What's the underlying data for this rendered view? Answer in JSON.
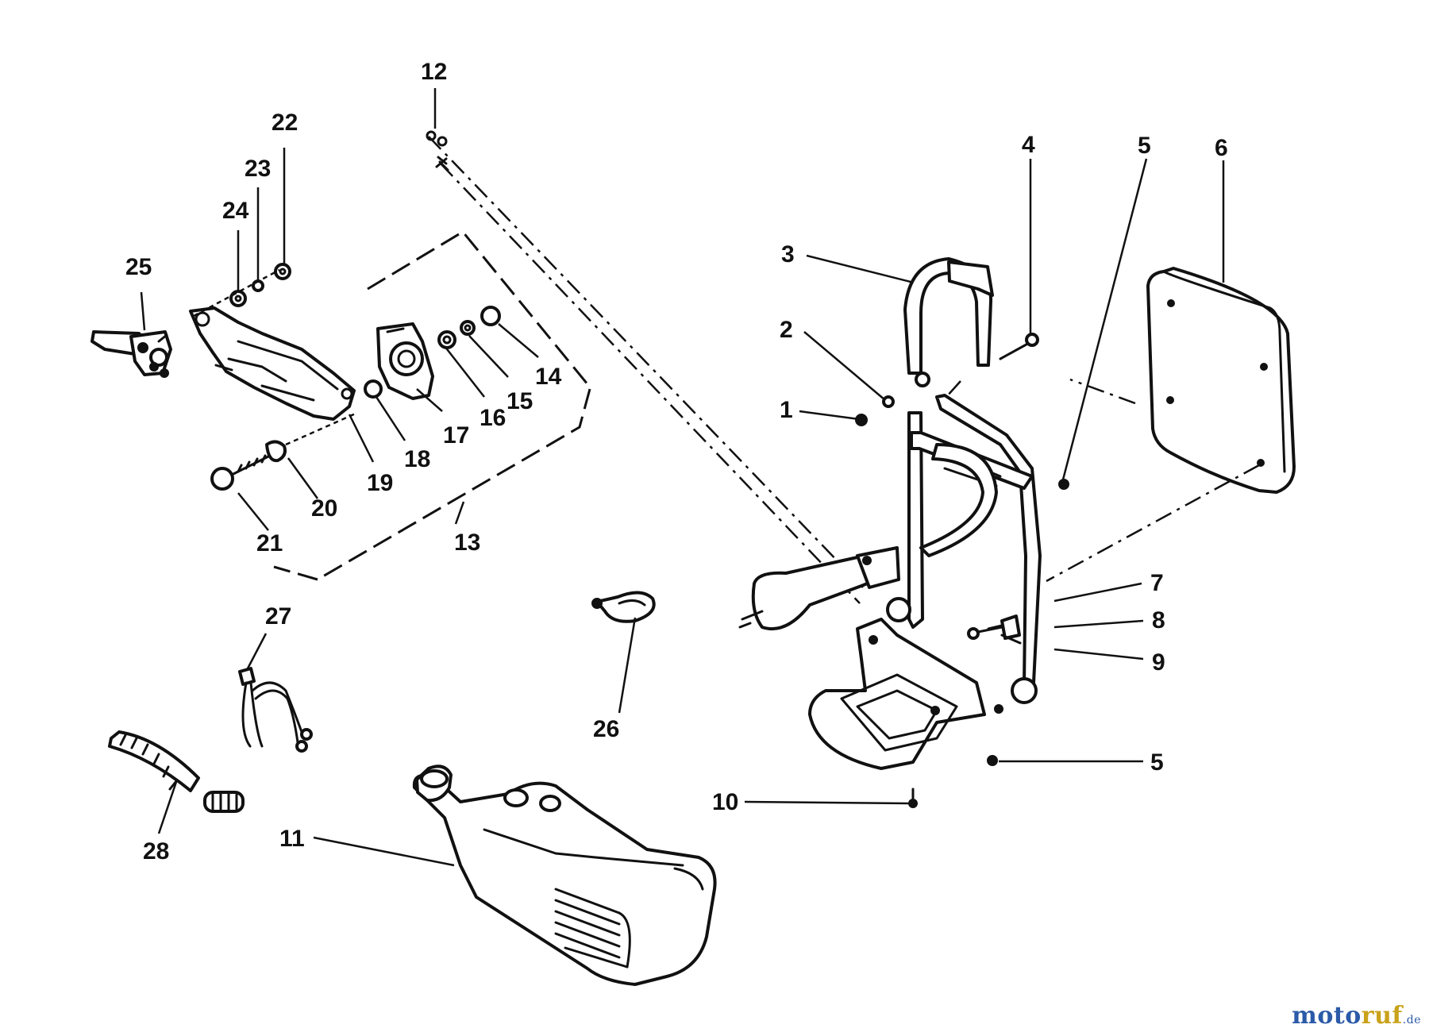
{
  "diagram": {
    "callouts": {
      "p1": "1",
      "p2": "2",
      "p3": "3",
      "p4": "4",
      "p5a": "5",
      "p5b": "5",
      "p6": "6",
      "p7": "7",
      "p8": "8",
      "p9": "9",
      "p10": "10",
      "p11": "11",
      "p12": "12",
      "p13": "13",
      "p14": "14",
      "p15": "15",
      "p16": "16",
      "p17": "17",
      "p18": "18",
      "p19": "19",
      "p20": "20",
      "p21": "21",
      "p22": "22",
      "p23": "23",
      "p24": "24",
      "p25": "25",
      "p26": "26",
      "p27": "27",
      "p28": "28"
    }
  },
  "watermark": {
    "part1": "moto",
    "part2": "ruf",
    "suffix": ".de"
  },
  "colors": {
    "line": "#111111",
    "background": "#ffffff",
    "brand_blue": "#2b5aa8",
    "brand_gold": "#c9a21a"
  }
}
